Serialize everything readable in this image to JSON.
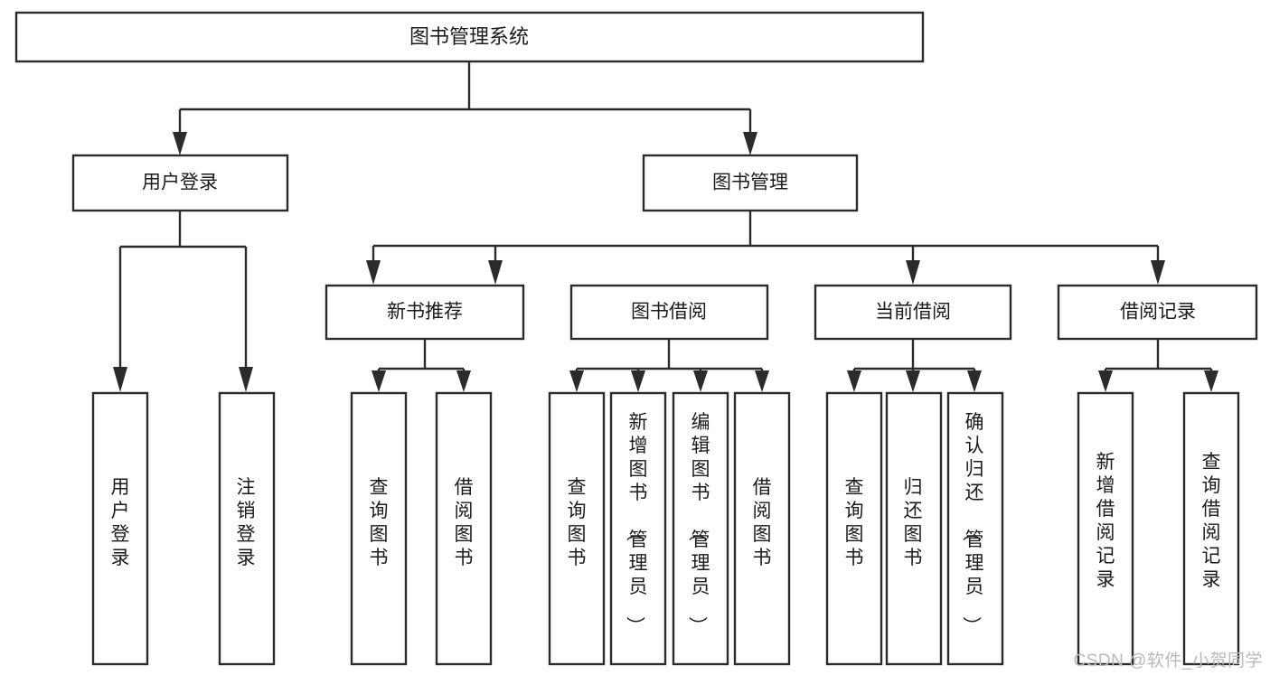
{
  "diagram": {
    "type": "tree-hierarchy-functional-decomposition",
    "root": {
      "id": "root",
      "label": "图书管理系统"
    },
    "level2": [
      {
        "id": "user-login",
        "label": "用户登录"
      },
      {
        "id": "book-management",
        "label": "图书管理"
      }
    ],
    "level3": [
      {
        "id": "new-book-recommend",
        "label": "新书推荐",
        "parent": "book-management"
      },
      {
        "id": "book-borrow",
        "label": "图书借阅",
        "parent": "book-management"
      },
      {
        "id": "current-borrow",
        "label": "当前借阅",
        "parent": "book-management"
      },
      {
        "id": "borrow-record",
        "label": "借阅记录",
        "parent": "book-management"
      }
    ],
    "leaves": {
      "user-login": [
        {
          "id": "leaf-user-login",
          "label": "用户登录"
        },
        {
          "id": "leaf-user-logout",
          "label": "注销登录"
        }
      ],
      "new-book-recommend": [
        {
          "id": "leaf-query-book-1",
          "label": "查询图书"
        },
        {
          "id": "leaf-borrow-book-1",
          "label": "借阅图书"
        }
      ],
      "book-borrow": [
        {
          "id": "leaf-query-book-2",
          "label": "查询图书"
        },
        {
          "id": "leaf-add-book",
          "label": "新增图书（管理员）"
        },
        {
          "id": "leaf-edit-book",
          "label": "编辑图书（管理员）"
        },
        {
          "id": "leaf-borrow-book-2",
          "label": "借阅图书"
        }
      ],
      "current-borrow": [
        {
          "id": "leaf-query-book-3",
          "label": "查询图书"
        },
        {
          "id": "leaf-return-book",
          "label": "归还图书"
        },
        {
          "id": "leaf-confirm-return",
          "label": "确认归还（管理员）"
        }
      ],
      "borrow-record": [
        {
          "id": "leaf-add-record",
          "label": "新增借阅记录"
        },
        {
          "id": "leaf-query-record",
          "label": "查询借阅记录"
        }
      ]
    },
    "colors": {
      "stroke": "#2b2b2b",
      "fill": "#ffffff",
      "text": "#1b1b1b",
      "watermark": "#b9b9b9"
    }
  },
  "watermark": {
    "text": "CSDN @软件_小贺同学"
  }
}
